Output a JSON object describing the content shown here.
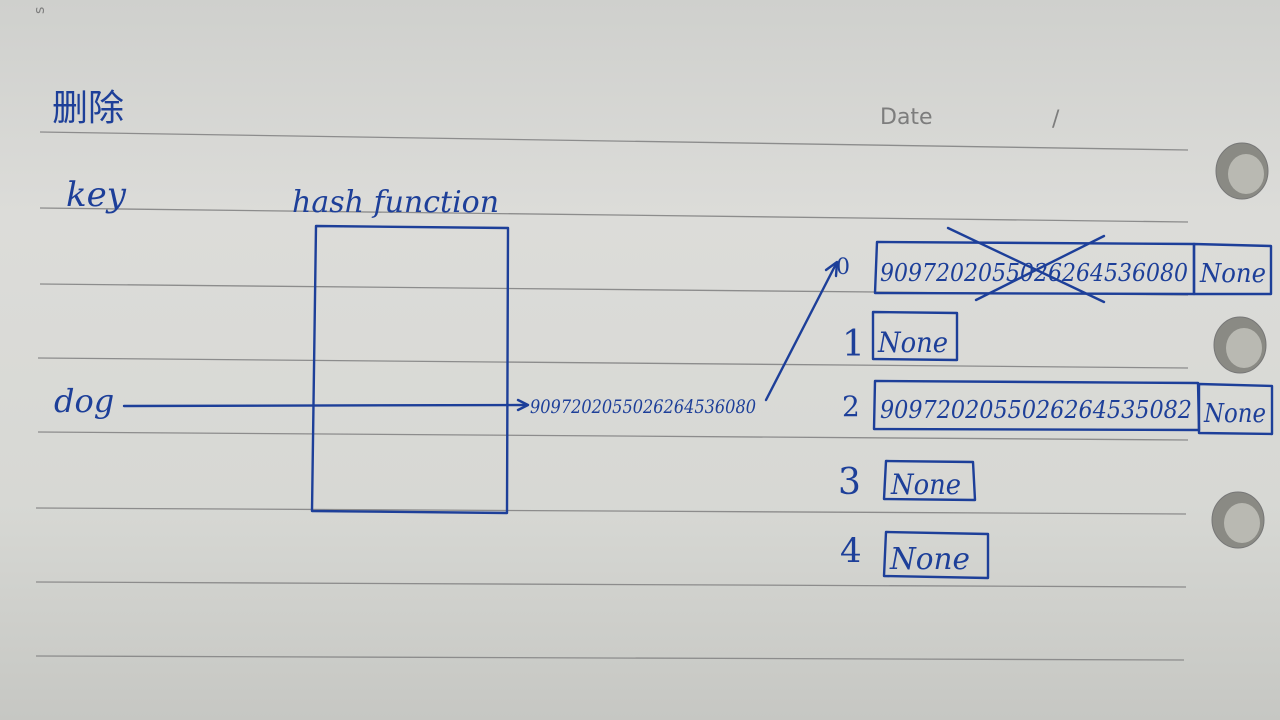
{
  "page": {
    "heading": "删除",
    "date_label": "Date",
    "date_slash": "/",
    "corner_mark": "s"
  },
  "labels": {
    "key": "key",
    "hash_function": "hash function",
    "input_key": "dog",
    "hash_value": "9097202055026264536080"
  },
  "table": [
    {
      "index": "0",
      "key_value": "9097202055026264536080",
      "next": "None",
      "deleted": true
    },
    {
      "index": "1",
      "key_value": "",
      "next": "None",
      "deleted": false
    },
    {
      "index": "2",
      "key_value": "9097202055026264535082",
      "next": "None",
      "deleted": false
    },
    {
      "index": "3",
      "key_value": "",
      "next": "None",
      "deleted": false
    },
    {
      "index": "4",
      "key_value": "",
      "next": "None",
      "deleted": false
    }
  ],
  "colors": {
    "ink": "#1d3f99",
    "paper": "#d9d9d6",
    "rule_lines": "#8c8c8c",
    "printed_text": "#7d7d7d"
  }
}
